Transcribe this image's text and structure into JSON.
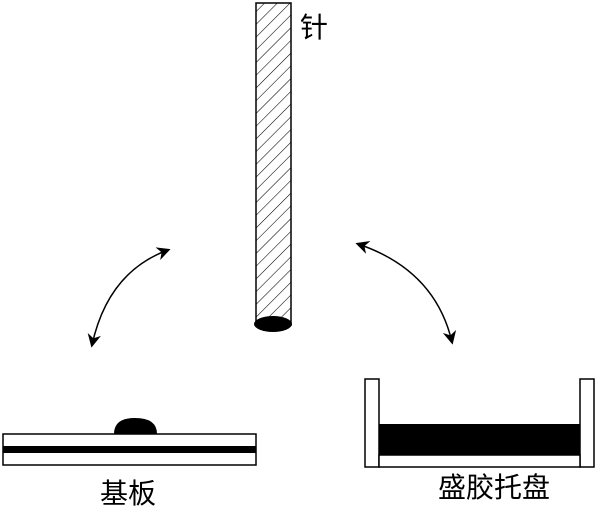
{
  "labels": {
    "needle": "针",
    "substrate": "基板",
    "glue_tray": "盛胶托盘"
  },
  "colors": {
    "ink": "#000000",
    "paper": "#ffffff"
  }
}
